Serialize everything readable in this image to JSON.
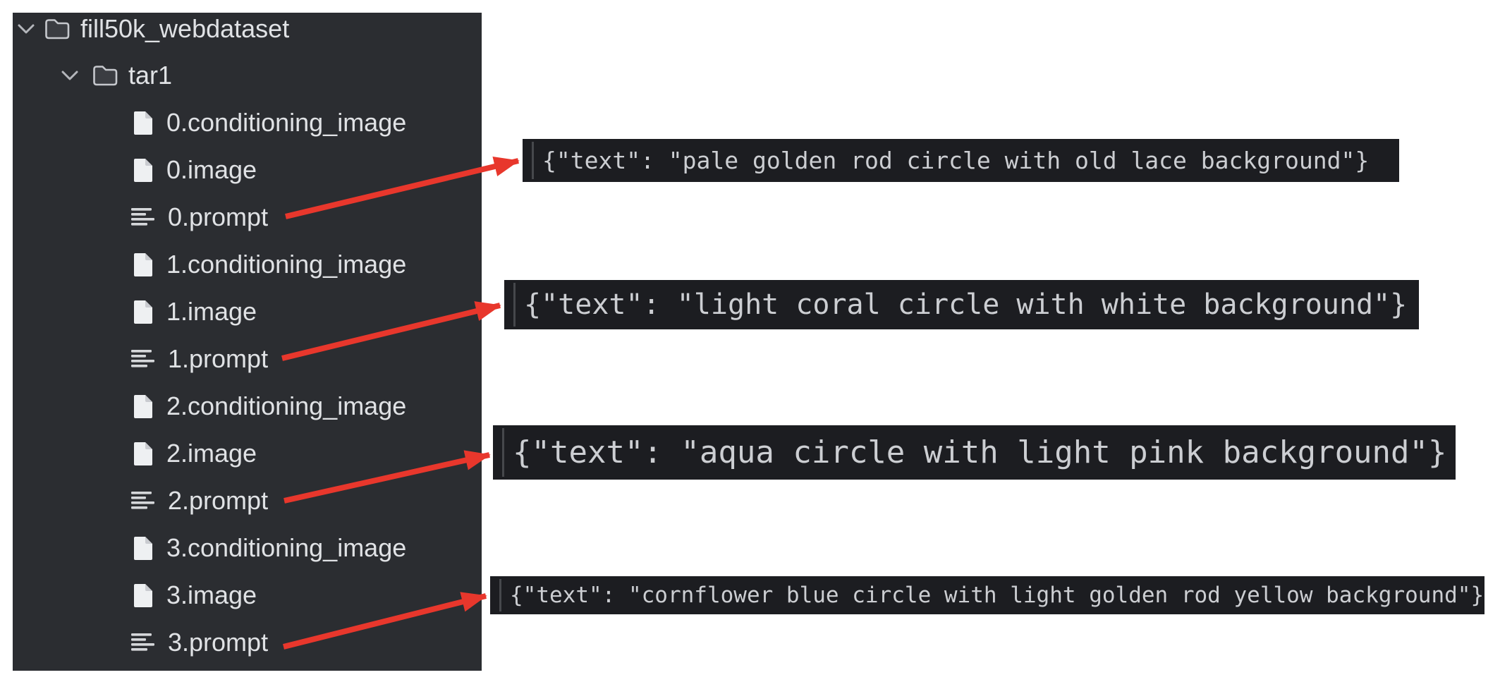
{
  "tree": {
    "items": [
      {
        "label": "fill50k_webdataset",
        "type": "folder",
        "depth": 0,
        "expanded": true
      },
      {
        "label": "tar1",
        "type": "folder",
        "depth": 1,
        "expanded": true
      },
      {
        "label": "0.conditioning_image",
        "type": "file",
        "depth": 2
      },
      {
        "label": "0.image",
        "type": "file",
        "depth": 2
      },
      {
        "label": "0.prompt",
        "type": "text-file",
        "depth": 2
      },
      {
        "label": "1.conditioning_image",
        "type": "file",
        "depth": 2
      },
      {
        "label": "1.image",
        "type": "file",
        "depth": 2
      },
      {
        "label": "1.prompt",
        "type": "text-file",
        "depth": 2
      },
      {
        "label": "2.conditioning_image",
        "type": "file",
        "depth": 2
      },
      {
        "label": "2.image",
        "type": "file",
        "depth": 2
      },
      {
        "label": "2.prompt",
        "type": "text-file",
        "depth": 2
      },
      {
        "label": "3.conditioning_image",
        "type": "file",
        "depth": 2
      },
      {
        "label": "3.image",
        "type": "file",
        "depth": 2
      },
      {
        "label": "3.prompt",
        "type": "text-file",
        "depth": 2
      }
    ]
  },
  "prompt_boxes": [
    {
      "source_file": "0.prompt",
      "content": "{\"text\": \"pale golden rod circle with old lace background\"}"
    },
    {
      "source_file": "1.prompt",
      "content": "{\"text\": \"light coral circle with white background\"}"
    },
    {
      "source_file": "2.prompt",
      "content": "{\"text\": \"aqua circle with light pink background\"}"
    },
    {
      "source_file": "3.prompt",
      "content": "{\"text\": \"cornflower blue circle with light golden rod yellow background\"}"
    }
  ],
  "colors": {
    "panel_bg": "#2b2d31",
    "box_bg": "#1c1d21",
    "tree_text": "#e0e2e5",
    "box_text": "#ccced2",
    "arrow_red": "#e8372c",
    "page_bg": "#ffffff"
  }
}
